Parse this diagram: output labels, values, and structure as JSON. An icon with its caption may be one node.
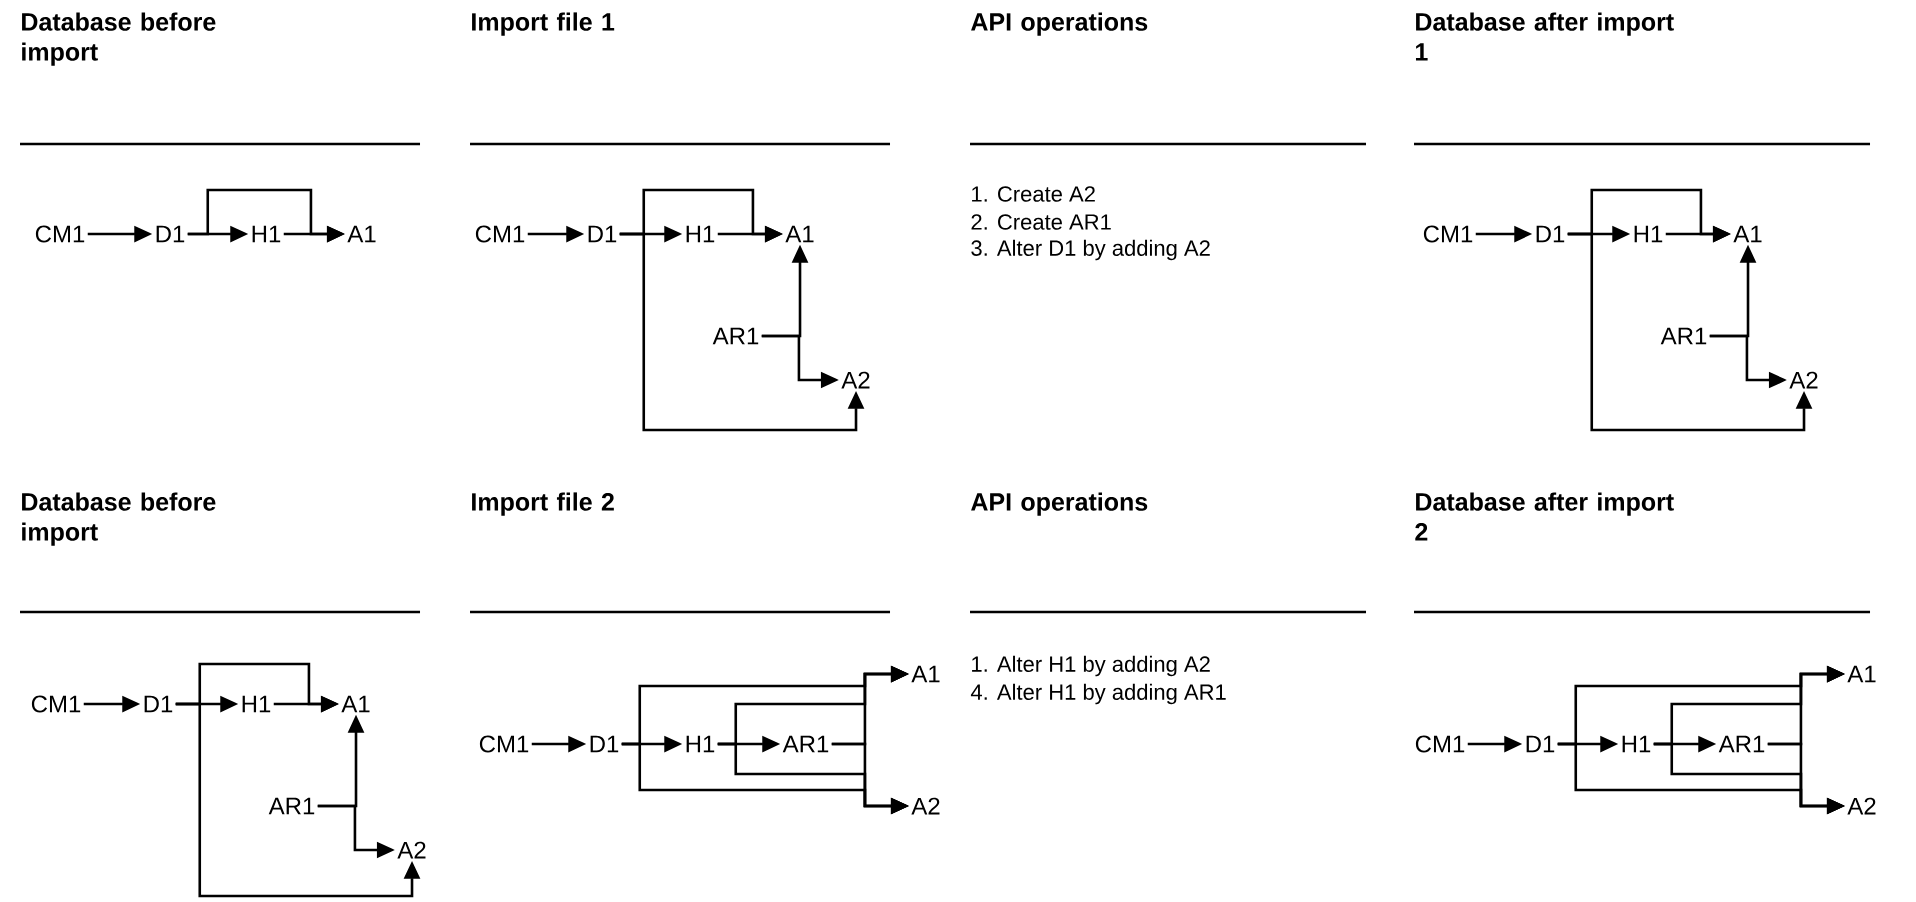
{
  "diagram": {
    "nodes": [
      {
        "text": [
          "CM1"
        ]
      },
      {
        "text": [
          "D1"
        ]
      },
      {
        "text": [
          "H1"
        ]
      },
      {
        "text": [
          "A1"
        ]
      },
      {
        "text": [
          "CM1"
        ]
      },
      {
        "text": [
          "D1"
        ]
      },
      {
        "text": [
          "H1"
        ]
      },
      {
        "text": [
          "A1"
        ]
      },
      {
        "text": [
          "AR1"
        ]
      },
      {
        "text": [
          "A2"
        ]
      },
      {
        "text": [
          "CM1"
        ]
      },
      {
        "text": [
          "D1"
        ]
      },
      {
        "text": [
          "H1"
        ]
      },
      {
        "text": [
          "A1"
        ]
      },
      {
        "text": [
          "AR1"
        ]
      },
      {
        "text": [
          "A2"
        ]
      },
      {
        "text": [
          "CM1"
        ]
      },
      {
        "text": [
          "D1"
        ]
      },
      {
        "text": [
          "H1"
        ]
      },
      {
        "text": [
          "A1"
        ]
      },
      {
        "text": [
          "AR1"
        ]
      },
      {
        "text": [
          "A2"
        ]
      },
      {
        "text": [
          "CM1"
        ]
      },
      {
        "text": [
          "D1"
        ]
      },
      {
        "text": [
          "H1"
        ]
      },
      {
        "text": [
          "AR1"
        ]
      },
      {
        "text": [
          "A1"
        ]
      },
      {
        "text": [
          "A2"
        ]
      },
      {
        "text": [
          "CM1"
        ]
      },
      {
        "text": [
          "D1"
        ]
      },
      {
        "text": [
          "H1"
        ]
      },
      {
        "text": [
          "AR1"
        ]
      },
      {
        "text": [
          "A1"
        ]
      },
      {
        "text": [
          "A2"
        ]
      }
    ],
    "edges": [
      {
        "from": 0,
        "to": 1,
        "arrow": "to"
      },
      {
        "from": 1,
        "to": 2,
        "arrow": "to"
      },
      {
        "from": 1,
        "to": 3,
        "arrow": "to"
      },
      {
        "from": 2,
        "to": 3,
        "arrow": "to"
      },
      {
        "from": 4,
        "to": 5,
        "arrow": "to"
      },
      {
        "from": 5,
        "to": 6,
        "arrow": "to"
      },
      {
        "from": 5,
        "to": 7,
        "arrow": "to"
      },
      {
        "from": 5,
        "to": 9,
        "arrow": "to"
      },
      {
        "from": 6,
        "to": 7,
        "arrow": "to"
      },
      {
        "from": 8,
        "to": 7,
        "arrow": "to"
      },
      {
        "from": 8,
        "to": 9,
        "arrow": "to"
      },
      {
        "from": 10,
        "to": 11,
        "arrow": "to"
      },
      {
        "from": 11,
        "to": 12,
        "arrow": "to"
      },
      {
        "from": 11,
        "to": 13,
        "arrow": "to"
      },
      {
        "from": 11,
        "to": 15,
        "arrow": "to"
      },
      {
        "from": 12,
        "to": 13,
        "arrow": "to"
      },
      {
        "from": 14,
        "to": 13,
        "arrow": "to"
      },
      {
        "from": 14,
        "to": 15,
        "arrow": "to"
      },
      {
        "from": 16,
        "to": 17,
        "arrow": "to"
      },
      {
        "from": 17,
        "to": 18,
        "arrow": "to"
      },
      {
        "from": 17,
        "to": 19,
        "arrow": "to"
      },
      {
        "from": 17,
        "to": 21,
        "arrow": "to"
      },
      {
        "from": 18,
        "to": 19,
        "arrow": "to"
      },
      {
        "from": 20,
        "to": 19,
        "arrow": "to"
      },
      {
        "from": 20,
        "to": 21,
        "arrow": "to"
      },
      {
        "from": 22,
        "to": 23,
        "arrow": "to"
      },
      {
        "from": 23,
        "to": 24,
        "arrow": "to"
      },
      {
        "from": 24,
        "to": 25,
        "arrow": "to"
      },
      {
        "from": 23,
        "to": 26,
        "arrow": "to"
      },
      {
        "from": 23,
        "to": 27,
        "arrow": "to"
      },
      {
        "from": 24,
        "to": 26,
        "arrow": "to"
      },
      {
        "from": 24,
        "to": 27,
        "arrow": "to"
      },
      {
        "from": 25,
        "to": 26,
        "arrow": "to"
      },
      {
        "from": 25,
        "to": 27,
        "arrow": "to"
      },
      {
        "from": 28,
        "to": 29,
        "arrow": "to"
      },
      {
        "from": 29,
        "to": 30,
        "arrow": "to"
      },
      {
        "from": 30,
        "to": 31,
        "arrow": "to"
      },
      {
        "from": 29,
        "to": 32,
        "arrow": "to"
      },
      {
        "from": 29,
        "to": 33,
        "arrow": "to"
      },
      {
        "from": 30,
        "to": 32,
        "arrow": "to"
      },
      {
        "from": 30,
        "to": 33,
        "arrow": "to"
      },
      {
        "from": 31,
        "to": 32,
        "arrow": "to"
      },
      {
        "from": 31,
        "to": 33,
        "arrow": "to"
      }
    ],
    "labels": [
      "Database before import",
      "Import file 1",
      "API operations",
      "Database after import 1",
      "1. Create A2",
      "2. Create AR1",
      "3. Alter D1 by adding A2",
      "Database before import",
      "Import file 2",
      "API operations",
      "Database after import 2",
      "1. Alter H1 by adding A2",
      "4. Alter H1 by adding AR1"
    ]
  }
}
